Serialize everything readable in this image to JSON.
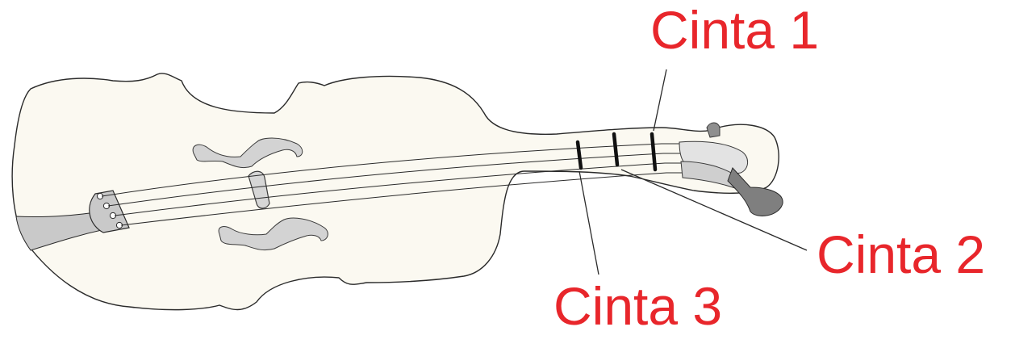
{
  "labels": {
    "cinta1": "Cinta 1",
    "cinta2": "Cinta 2",
    "cinta3": "Cinta 3"
  },
  "colors": {
    "label": "#e8262b",
    "body_fill": "#fbf9f1",
    "outline": "#2a2a2a",
    "accent_gray": "#c9c9c9",
    "scroll_dark": "#7f7f7f",
    "band": "#111111"
  },
  "icons": [
    "violin-body",
    "f-hole",
    "bridge",
    "tailpiece",
    "scroll",
    "string-bands"
  ]
}
